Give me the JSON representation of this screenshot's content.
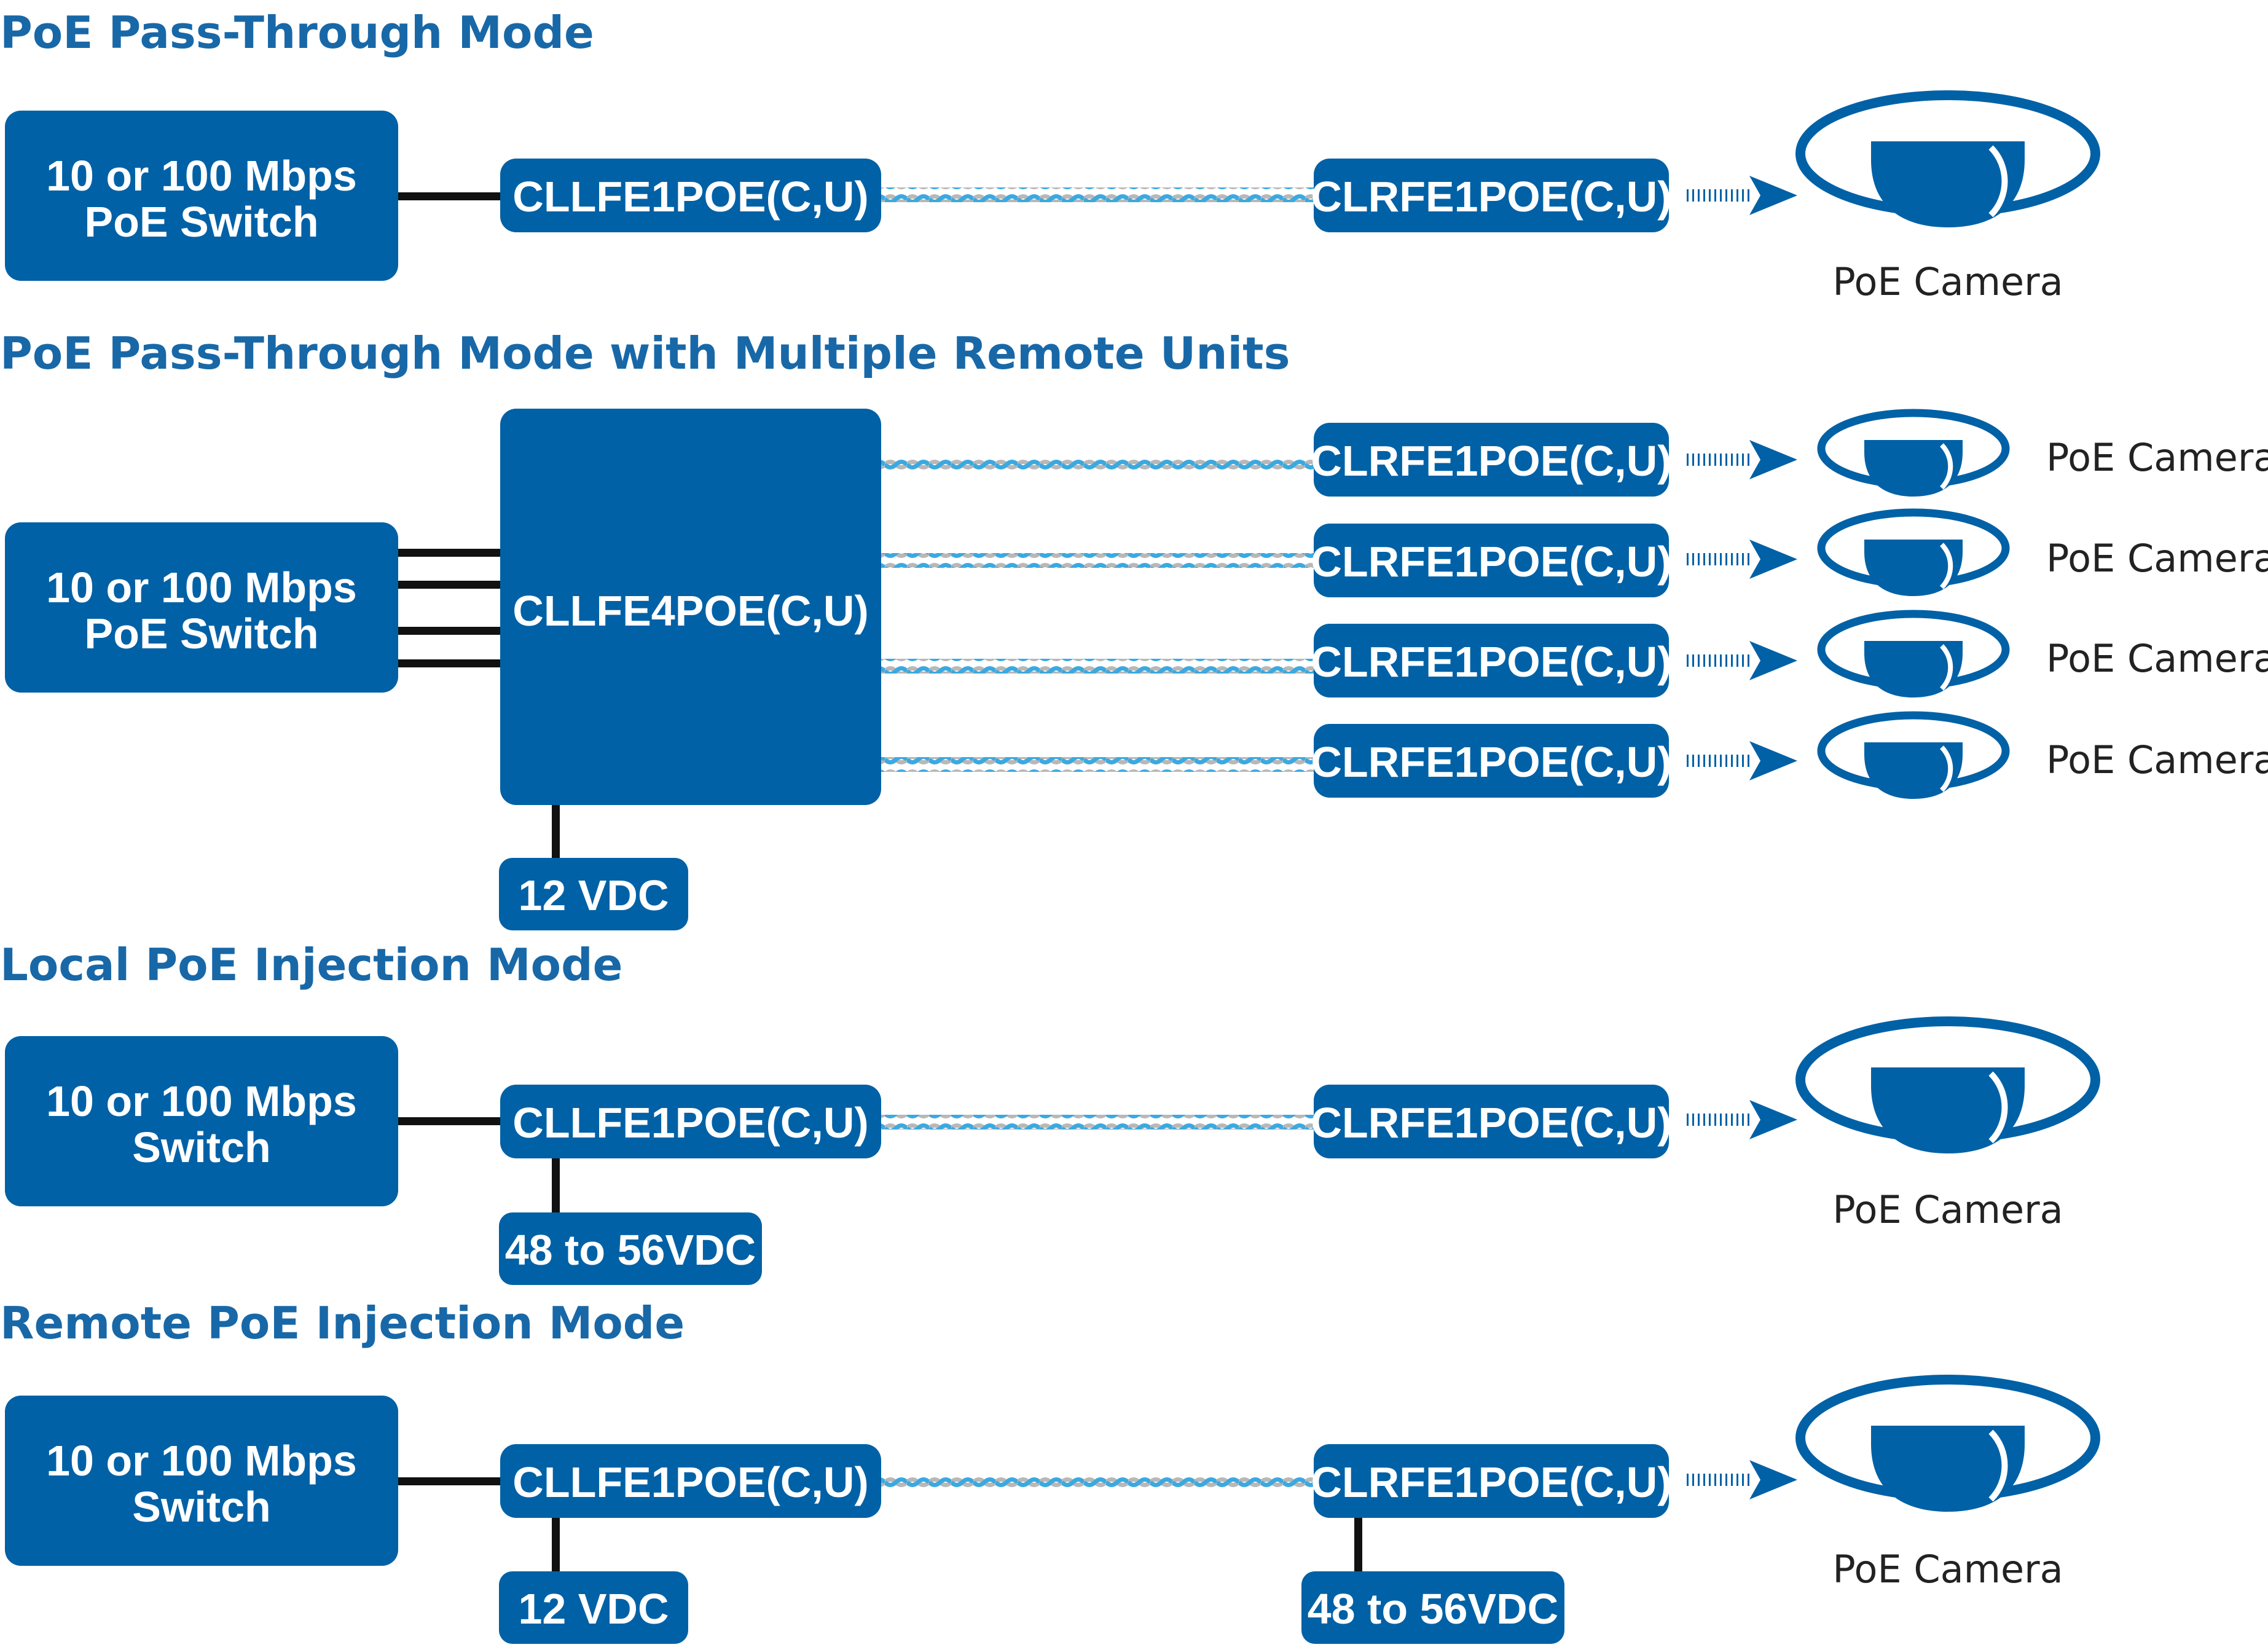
{
  "colors": {
    "brand_blue": "#0061A6",
    "heading_blue": "#1868A8",
    "wire_black": "#111111",
    "cable_blue": "#3BA9E0",
    "cable_gray": "#B8B8B8"
  },
  "sections": [
    {
      "title": "PoE Pass-Through Mode",
      "switch_line1": "10 or 100 Mbps",
      "switch_line2": "PoE Switch",
      "local_unit": "CLLFE1POE(C,U)",
      "remote_unit": "CLRFE1POE(C,U)",
      "camera_label": "PoE Camera",
      "camera_icon": "dome-camera-icon"
    },
    {
      "title": "PoE Pass-Through Mode with Multiple Remote Units",
      "switch_line1": "10 or 100 Mbps",
      "switch_line2": "PoE Switch",
      "local_unit": "CLLFE4POE(C,U)",
      "power": "12 VDC",
      "remote_units": [
        "CLRFE1POE(C,U)",
        "CLRFE1POE(C,U)",
        "CLRFE1POE(C,U)",
        "CLRFE1POE(C,U)"
      ],
      "camera_labels": [
        "PoE Camera",
        "PoE Camera",
        "PoE Camera",
        "PoE Camera"
      ],
      "camera_icon": "dome-camera-icon"
    },
    {
      "title": "Local PoE Injection Mode",
      "switch_line1": "10 or 100 Mbps",
      "switch_line2": "Switch",
      "local_unit": "CLLFE1POE(C,U)",
      "local_power": "48 to 56VDC",
      "remote_unit": "CLRFE1POE(C,U)",
      "camera_label": "PoE Camera",
      "camera_icon": "dome-camera-icon"
    },
    {
      "title": "Remote PoE Injection Mode",
      "switch_line1": "10 or 100 Mbps",
      "switch_line2": "Switch",
      "local_unit": "CLLFE1POE(C,U)",
      "local_power": "12 VDC",
      "remote_unit": "CLRFE1POE(C,U)",
      "remote_power": "48 to 56VDC",
      "camera_label": "PoE Camera",
      "camera_icon": "dome-camera-icon"
    }
  ]
}
